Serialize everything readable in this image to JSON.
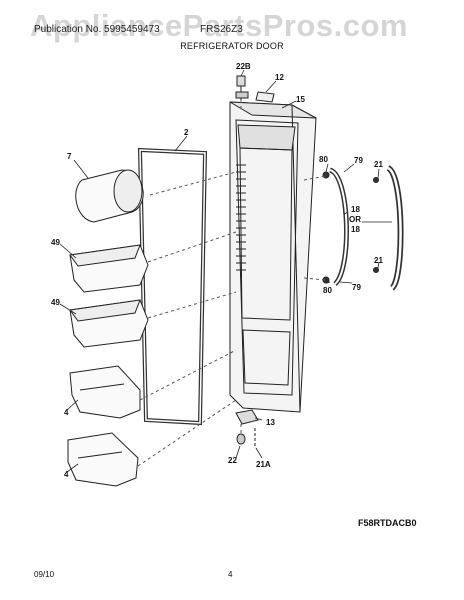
{
  "watermark": "AppliancePartsPros.com",
  "header": {
    "publication_label": "Publication No. 5995459473",
    "model": "FRS26Z3",
    "section": "REFRIGERATOR DOOR"
  },
  "labels": {
    "part_22b": "22B",
    "part_12": "12",
    "part_15": "15",
    "part_2": "2",
    "part_7": "7",
    "part_49_top": "49",
    "part_49_bottom": "49",
    "part_4_top": "4",
    "part_4_bottom": "4",
    "part_80_top": "80",
    "part_79_top": "79",
    "part_21_top": "21",
    "part_18_top": "18",
    "or_text": "OR",
    "part_18_bottom": "18",
    "part_21_bottom": "21",
    "part_80_bottom": "80",
    "part_79_bottom": "79",
    "part_13": "13",
    "part_22": "22",
    "part_21a": "21A"
  },
  "figure_ref": "F58RTDACB0",
  "footer": {
    "date": "09/10",
    "page": "4"
  }
}
